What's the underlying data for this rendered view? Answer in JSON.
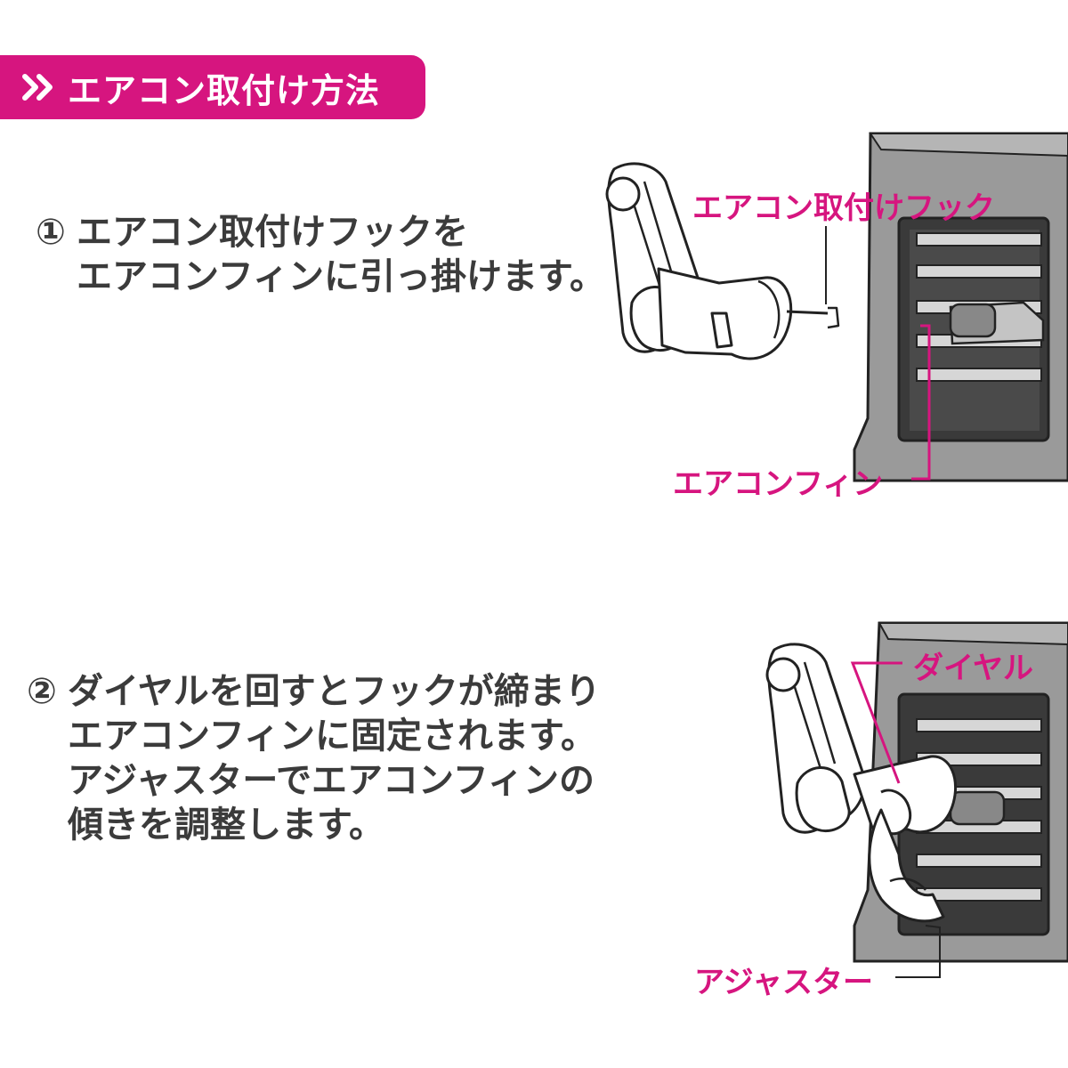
{
  "header": {
    "title": "エアコン取付け方法"
  },
  "steps": [
    {
      "num": "①",
      "lines": [
        "エアコン取付けフックを",
        "エアコンフィンに引っ掛けます。"
      ]
    },
    {
      "num": "②",
      "lines": [
        "ダイヤルを回すとフックが締まり",
        "エアコンフィンに固定されます。",
        "アジャスターでエアコンフィンの",
        "傾きを調整します。"
      ]
    }
  ],
  "callouts": {
    "hook": "エアコン取付けフック",
    "fin": "エアコンフィン",
    "dial": "ダイヤル",
    "adjuster": "アジャスター"
  },
  "colors": {
    "accent": "#d6157f",
    "text": "#3b3b3b",
    "vent_body": "#9a9a9a",
    "vent_inner": "#3a3a3a"
  }
}
